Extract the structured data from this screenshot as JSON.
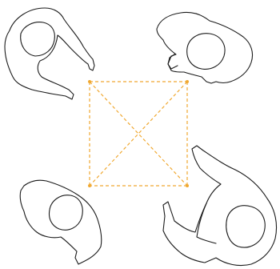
{
  "diagram": {
    "subject": "four-person-triangulation",
    "figures": [
      {
        "id": "person-top-left",
        "icon": "top-down-person-icon"
      },
      {
        "id": "person-top-right",
        "icon": "top-down-person-icon"
      },
      {
        "id": "person-bottom-left",
        "icon": "top-down-person-icon"
      },
      {
        "id": "person-bottom-right",
        "icon": "top-down-person-icon"
      }
    ],
    "connections": [
      {
        "from": "person-top-left",
        "to": "person-top-right"
      },
      {
        "from": "person-top-right",
        "to": "person-bottom-right"
      },
      {
        "from": "person-bottom-right",
        "to": "person-bottom-left"
      },
      {
        "from": "person-bottom-left",
        "to": "person-top-left"
      },
      {
        "from": "person-top-left",
        "to": "person-bottom-right"
      },
      {
        "from": "person-top-right",
        "to": "person-bottom-left"
      }
    ],
    "colors": {
      "connection": "#f0a830",
      "outline": "#1a1a1a",
      "background": "#ffffff"
    }
  }
}
